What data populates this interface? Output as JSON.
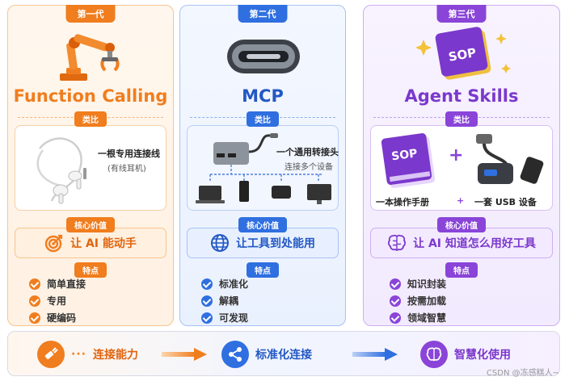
{
  "columns": [
    {
      "generation": "第一代",
      "title": "Function Calling",
      "analogy_chip": "类比",
      "analogy_main": "一根专用连接线",
      "analogy_sub": "(有线耳机)",
      "value_chip": "核心价值",
      "value_text": "让 AI 能动手",
      "features_chip": "特点",
      "features": [
        "简单直接",
        "专用",
        "硬编码"
      ],
      "hero_icon": "robot-arm-icon",
      "value_icon": "target-icon"
    },
    {
      "generation": "第二代",
      "title": "MCP",
      "analogy_chip": "类比",
      "analogy_main": "一个通用转接头",
      "analogy_sub": "连接多个设备",
      "value_chip": "核心价值",
      "value_text": "让工具到处能用",
      "features_chip": "特点",
      "features": [
        "标准化",
        "解耦",
        "可发现"
      ],
      "hero_icon": "usb-c-port-icon",
      "value_icon": "globe-icon"
    },
    {
      "generation": "第三代",
      "title": "Agent Skills",
      "analogy_chip": "类比",
      "analogy_book_label": "SOP",
      "hero_book_label": "SOP",
      "analogy_left": "一本操作手册",
      "analogy_plus": "+",
      "analogy_right": "一套 USB 设备",
      "value_chip": "核心价值",
      "value_text": "让 AI 知道怎么用好工具",
      "features_chip": "特点",
      "features": [
        "知识封装",
        "按需加载",
        "领域智慧"
      ],
      "hero_icon": "sop-book-icon",
      "value_icon": "brain-icon"
    }
  ],
  "flow": [
    {
      "label": "连接能力",
      "icon": "connector-icon",
      "color": "#f07d1e"
    },
    {
      "label": "标准化连接",
      "icon": "share-nodes-icon",
      "color": "#2f6fe0"
    },
    {
      "label": "智慧化使用",
      "icon": "brain-icon",
      "color": "#8a44d8"
    }
  ],
  "watermark": "CSDN @冻感糕人~",
  "colors": {
    "orange": "#f07d1e",
    "blue": "#2f6fe0",
    "purple": "#8a44d8"
  }
}
